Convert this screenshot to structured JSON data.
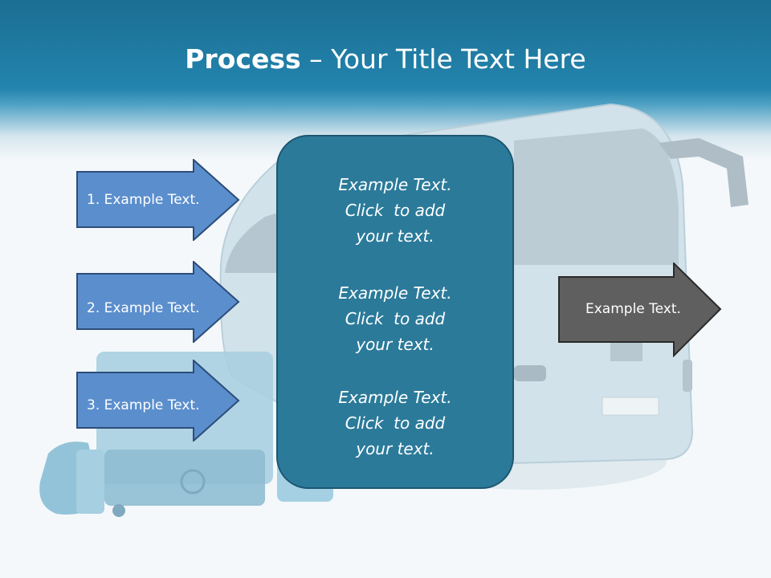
{
  "slide": {
    "title_bold": "Process",
    "title_rest": " – Your Title Text Here"
  },
  "left_steps": [
    {
      "label": "1. Example Text."
    },
    {
      "label": "2. Example Text."
    },
    {
      "label": "3. Example Text."
    }
  ],
  "center_box": {
    "paragraphs": [
      {
        "line1": "Example Text.",
        "line2": "Click  to add",
        "line3": "your text."
      },
      {
        "line1": "Example Text.",
        "line2": "Click  to add",
        "line3": "your text."
      },
      {
        "line1": "Example Text.",
        "line2": "Click  to add",
        "line3": "your text."
      }
    ]
  },
  "right_arrow": {
    "label": "Example Text."
  },
  "colors": {
    "header": "#2384ad",
    "left_arrow_fill": "#5b8ecd",
    "left_arrow_stroke": "#2c4d7a",
    "center_box_fill": "#2b7a9a",
    "right_arrow_fill": "#5f5f5f"
  },
  "background_image": {
    "description_icon": "bus-and-luggage-illustration"
  }
}
